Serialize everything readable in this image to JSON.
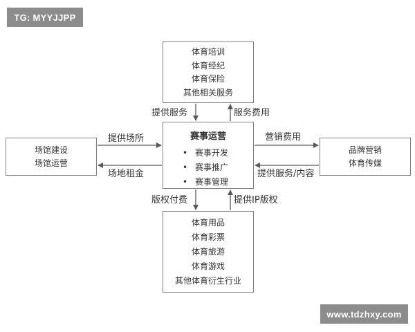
{
  "watermarks": {
    "top_left": "TG: MYYJJPP",
    "bottom_right": "www.tdzhxy.com"
  },
  "top_box": {
    "items": [
      "体育培训",
      "体育经纪",
      "体育保险",
      "其他相关服务"
    ]
  },
  "center_box": {
    "title": "赛事运营",
    "bullet": "•",
    "items": [
      "赛事开发",
      "赛事推广",
      "赛事管理"
    ]
  },
  "left_box": {
    "items": [
      "场馆建设",
      "场馆运营"
    ]
  },
  "right_box": {
    "items": [
      "品牌营销",
      "体育传媒"
    ]
  },
  "bottom_box": {
    "items": [
      "体育用品",
      "体育彩票",
      "体育旅游",
      "体育游戏",
      "其他体育衍生行业"
    ]
  },
  "arrow_labels": {
    "top_down": "提供服务",
    "top_up": "服务费用",
    "left_to_center": "提供场所",
    "center_to_left": "场地租金",
    "center_to_right": "营销费用",
    "right_to_center": "提供服务/内容",
    "center_to_bottom": "版权付费",
    "bottom_to_center": "提供IP版权"
  },
  "colors": {
    "line": "#595959",
    "border": "#7f7f7f",
    "watermark_bg": "#8c8c8c"
  }
}
